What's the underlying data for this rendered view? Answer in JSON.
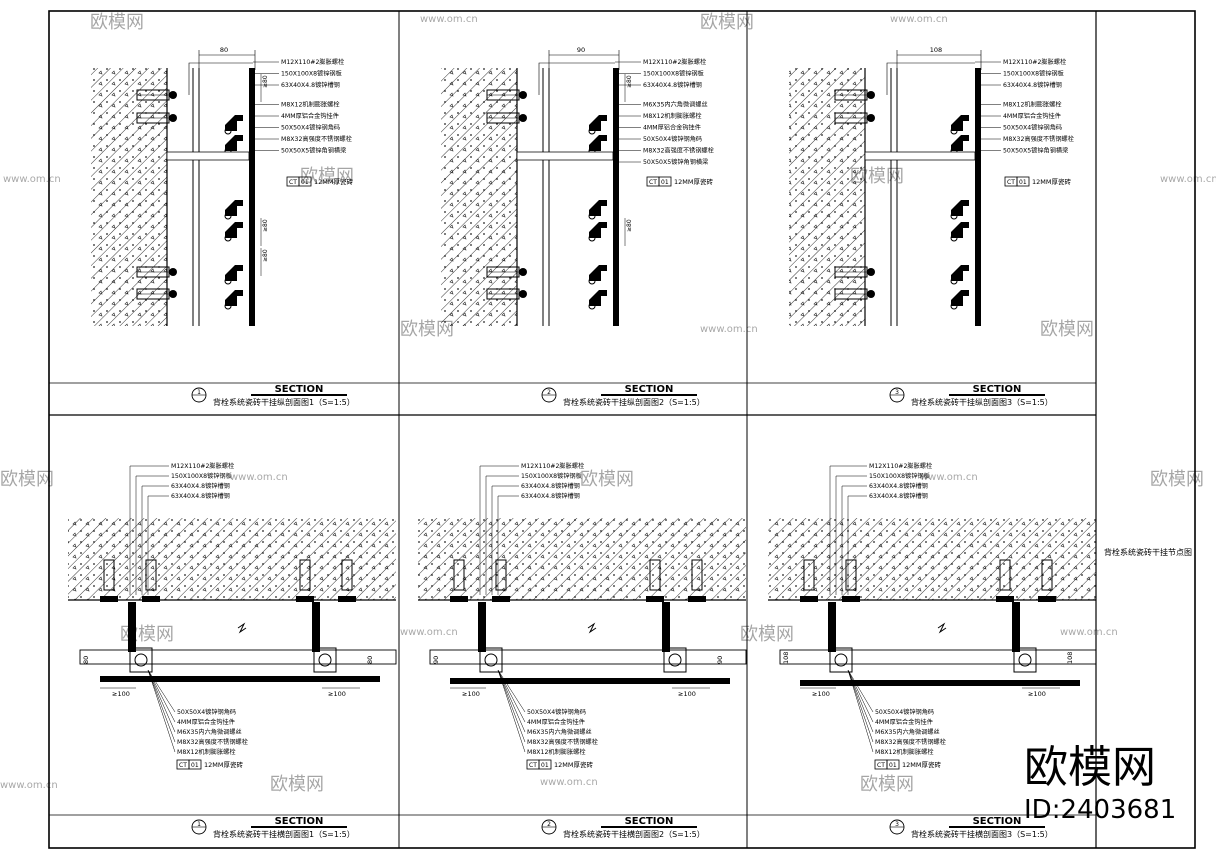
{
  "sheet": {
    "side_title": "背栓系统瓷砖干挂节点图",
    "watermarks": {
      "brand": "欧模网",
      "url": "www.om.cn",
      "id": "ID:2403681"
    }
  },
  "vertical_panels": [
    {
      "dim_top": "80",
      "dims_side": [
        "≥80",
        "≥80",
        "≥80"
      ],
      "labels": [
        "M12X110#2膨胀螺栓",
        "150X100X8镀锌钢板",
        "63X40X4.8镀锌槽钢",
        "M8X12机制膨胀螺栓",
        "4MM厚铝合金钩挂件",
        "50X50X4镀锌钢角码",
        "M8X32高强度不锈钢螺栓",
        "50X50X5镀锌角钢横梁"
      ],
      "tag_code": "CT",
      "tag_num": "01",
      "tag_text": "12MM厚瓷砖",
      "number": "1",
      "section": "SECTION",
      "title": "背栓系统瓷砖干挂纵剖面图1（S=1:5）"
    },
    {
      "dim_top": "90",
      "dims_side": [
        "≥80",
        "≥80"
      ],
      "labels": [
        "M12X110#2膨胀螺栓",
        "150X100X8镀锌钢板",
        "63X40X4.8镀锌槽钢",
        "M6X35内六角微调螺丝",
        "M8X12机制膨胀螺栓",
        "4MM厚铝合金钩挂件",
        "50X50X4镀锌钢角码",
        "M8X32高强度不锈钢螺栓",
        "50X50X5镀锌角钢横梁"
      ],
      "tag_code": "CT",
      "tag_num": "01",
      "tag_text": "12MM厚瓷砖",
      "number": "2",
      "section": "SECTION",
      "title": "背栓系统瓷砖干挂纵剖面图2（S=1:5）"
    },
    {
      "dim_top": "108",
      "dims_side": [],
      "labels": [
        "M12X110#2膨胀螺栓",
        "150X100X8镀锌钢板",
        "63X40X4.8镀锌槽钢",
        "M8X12机制膨胀螺栓",
        "4MM厚铝合金钩挂件",
        "50X50X4镀锌钢角码",
        "M8X32高强度不锈钢螺栓",
        "50X50X5镀锌角钢横梁"
      ],
      "tag_code": "CT",
      "tag_num": "01",
      "tag_text": "12MM厚瓷砖",
      "number": "3",
      "section": "SECTION",
      "title": "背栓系统瓷砖干挂纵剖面图3（S=1:5）"
    }
  ],
  "horizontal_panels": [
    {
      "dim_side": "80",
      "dim_gap": "≥100",
      "labels_top": [
        "M12X110#2膨胀螺栓",
        "150X100X8镀锌钢板",
        "63X40X4.8镀锌槽钢",
        "63X40X4.8镀锌槽钢"
      ],
      "labels_bottom": [
        "50X50X4镀锌钢角码",
        "4MM厚铝合金钩挂件",
        "M6X35内六角微调螺丝",
        "M8X32高强度不锈钢螺栓",
        "M8X12机制膨胀螺栓"
      ],
      "tag_code": "CT",
      "tag_num": "01",
      "tag_text": "12MM厚瓷砖",
      "number": "1",
      "section": "SECTION",
      "title": "背栓系统瓷砖干挂横剖面图1（S=1:5）"
    },
    {
      "dim_side": "90",
      "dim_gap": "≥100",
      "labels_top": [
        "M12X110#2膨胀螺栓",
        "150X100X8镀锌钢板",
        "63X40X4.8镀锌槽钢",
        "63X40X4.8镀锌槽钢"
      ],
      "labels_bottom": [
        "50X50X4镀锌钢角码",
        "4MM厚铝合金钩挂件",
        "M6X35内六角微调螺丝",
        "M8X32高强度不锈钢螺栓",
        "M8X12机制膨胀螺栓"
      ],
      "tag_code": "CT",
      "tag_num": "01",
      "tag_text": "12MM厚瓷砖",
      "number": "2",
      "section": "SECTION",
      "title": "背栓系统瓷砖干挂横剖面图2（S=1:5）"
    },
    {
      "dim_side": "108",
      "dim_gap": "≥100",
      "labels_top": [
        "M12X110#2膨胀螺栓",
        "150X100X8镀锌钢板",
        "63X40X4.8镀锌槽钢",
        "63X40X4.8镀锌槽钢"
      ],
      "labels_bottom": [
        "50X50X4镀锌钢角码",
        "4MM厚铝合金钩挂件",
        "M6X35内六角微调螺丝",
        "M8X32高强度不锈钢螺栓",
        "M8X12机制膨胀螺栓"
      ],
      "tag_code": "CT",
      "tag_num": "01",
      "tag_text": "12MM厚瓷砖",
      "number": "3",
      "section": "SECTION",
      "title": "背栓系统瓷砖干挂横剖面图3（S=1:5）"
    }
  ]
}
